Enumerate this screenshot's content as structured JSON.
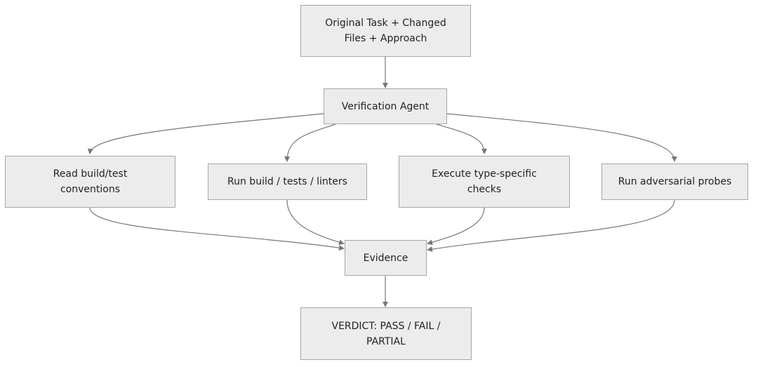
{
  "nodes": {
    "task": "Original Task + Changed Files + Approach",
    "agent": "Verification Agent",
    "read": "Read build/test conventions",
    "run": "Run build / tests / linters",
    "execute": "Execute type-specific checks",
    "adversarial": "Run adversarial probes",
    "evidence": "Evidence",
    "verdict": "VERDICT: PASS / FAIL / PARTIAL"
  },
  "edges": [
    [
      "task",
      "agent"
    ],
    [
      "agent",
      "read"
    ],
    [
      "agent",
      "run"
    ],
    [
      "agent",
      "execute"
    ],
    [
      "agent",
      "adversarial"
    ],
    [
      "read",
      "evidence"
    ],
    [
      "run",
      "evidence"
    ],
    [
      "execute",
      "evidence"
    ],
    [
      "adversarial",
      "evidence"
    ],
    [
      "evidence",
      "verdict"
    ]
  ],
  "colors": {
    "node_fill": "#ececec",
    "node_border": "#a6a6a6",
    "edge": "#777777",
    "text": "#222222"
  }
}
